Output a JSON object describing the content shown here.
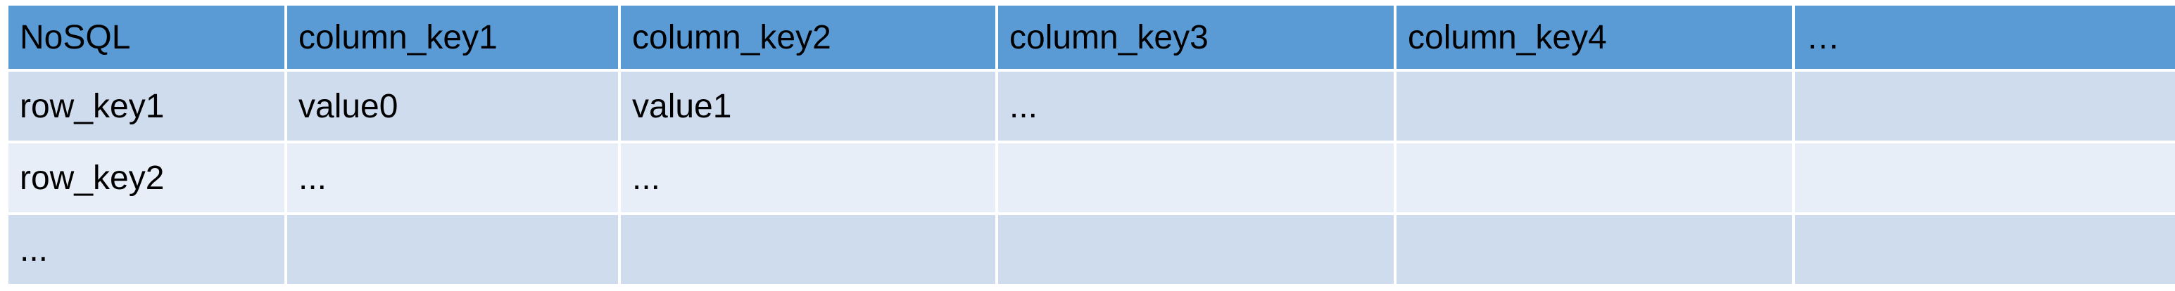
{
  "table": {
    "headers": [
      "NoSQL",
      "column_key1",
      "column_key2",
      "column_key3",
      "column_key4",
      "…"
    ],
    "rows": [
      [
        "row_key1",
        "value0",
        "value1",
        "...",
        "",
        ""
      ],
      [
        "row_key2",
        "...",
        "...",
        "",
        "",
        ""
      ],
      [
        "...",
        "",
        "",
        "",
        "",
        ""
      ]
    ]
  },
  "colors": {
    "header_bg": "#5b9bd5",
    "row_odd_bg": "#cfdcee",
    "row_even_bg": "#e8eef8"
  }
}
